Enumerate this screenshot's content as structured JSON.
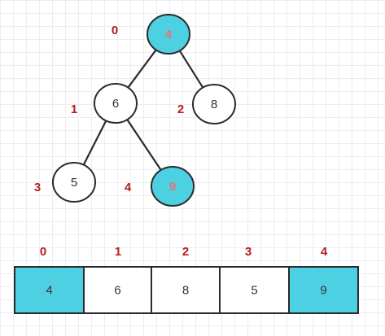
{
  "colors": {
    "highlight_fill": "#4dd0e1",
    "default_fill": "#ffffff",
    "highlight_text": "#e57373",
    "default_text": "#333333",
    "index_label": "#b71c1c",
    "stroke": "#2b2b2b"
  },
  "tree": {
    "nodes": [
      {
        "index": "0",
        "value": "4",
        "highlighted": true
      },
      {
        "index": "1",
        "value": "6",
        "highlighted": false
      },
      {
        "index": "2",
        "value": "8",
        "highlighted": false
      },
      {
        "index": "3",
        "value": "5",
        "highlighted": false
      },
      {
        "index": "4",
        "value": "9",
        "highlighted": true
      }
    ],
    "edges": [
      {
        "from": 0,
        "to": 1
      },
      {
        "from": 0,
        "to": 2
      },
      {
        "from": 1,
        "to": 3
      },
      {
        "from": 1,
        "to": 4
      }
    ]
  },
  "array": {
    "cells": [
      {
        "index": "0",
        "value": "4",
        "highlighted": true
      },
      {
        "index": "1",
        "value": "6",
        "highlighted": false
      },
      {
        "index": "2",
        "value": "8",
        "highlighted": false
      },
      {
        "index": "3",
        "value": "5",
        "highlighted": false
      },
      {
        "index": "4",
        "value": "9",
        "highlighted": true
      }
    ]
  }
}
